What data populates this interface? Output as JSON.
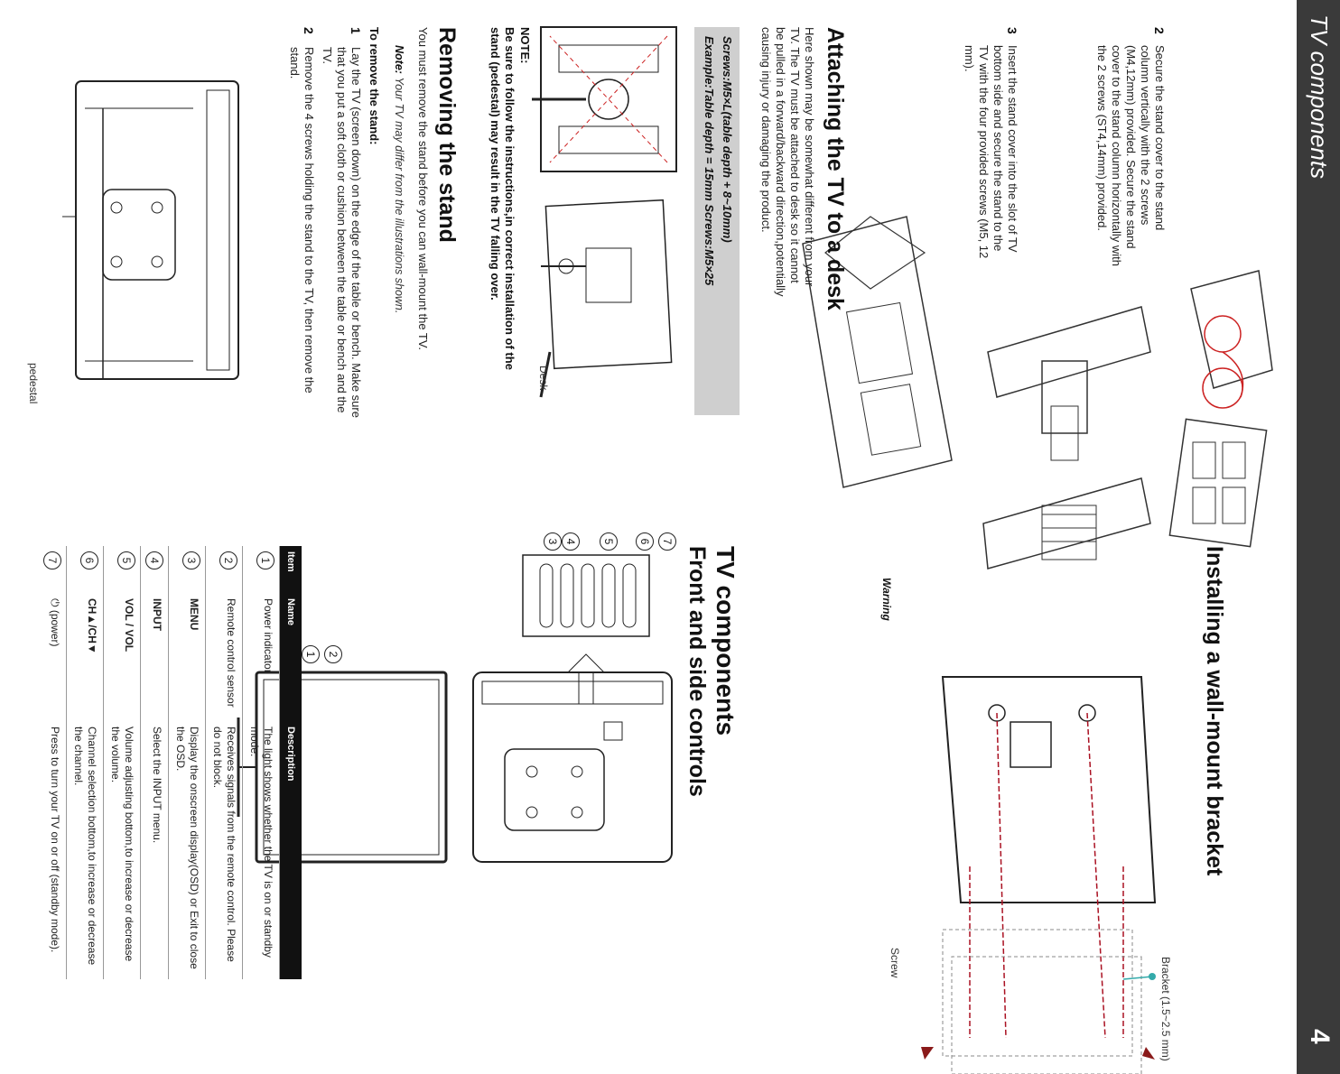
{
  "header": {
    "title": "TV components",
    "page_number": "4"
  },
  "stand_install": {
    "step2_num": "2",
    "step2_text": "Secure the stand cover to the stand column vertically with the 2 screws (M4,12mm) provided. Secure the stand  cover to the stand column horizontally with the 2 screws (ST4,14mm) provided.",
    "step3_num": "3",
    "step3_text": "Insert the stand cover into the slot of TV bottom side and secure the stand to the TV with the four provided screws (M5, 12 mm)."
  },
  "attach_desk": {
    "heading": "Attaching the TV to a desk",
    "text": "Here shown may be somewhat different from your TV. The TV must be attached to desk so it cannot be pulled in a forward/backward direction,potentially causing injury or damaging the product.",
    "box_line1": "Screws:M5×L(table depth + 8~10mm)",
    "box_line2": "Example:Table depth = 15mm  Screws:M5×25",
    "desk_label": "Desk",
    "note_label": "NOTE:",
    "note_text": "Be sure to follow the instructions,in correct installation of the stand (pedestal) may result in the TV falling over."
  },
  "remove_stand": {
    "heading": "Removing the stand",
    "text": "You must remove the stand before you can wall-mount the TV.",
    "note_bold": "Note:",
    "note_italic": "Your TV may differ from the illustrations shown.",
    "to_remove": "To remove the stand:",
    "step1_num": "1",
    "step1_text": "Lay the TV (screen down) on the edge of the table or bench. Make sure that you put a soft cloth or cushion between the table or bench and the TV.",
    "step2_num": "2",
    "step2_text": "Remove the 4 screws holding the stand to the TV, then remove the stand.",
    "pedestal_label": "pedestal"
  },
  "wall_mount": {
    "heading": "Installing a wall-mount bracket",
    "warning": "Warning",
    "bracket_label": "Bracket (1.5~2.5 mm)",
    "screw_label": "Screw"
  },
  "tv_components": {
    "heading": "TV components",
    "subheading": "Front and side controls",
    "callouts": [
      "1",
      "2",
      "3",
      "4",
      "5",
      "6",
      "7"
    ],
    "table": {
      "headers": [
        "Item",
        "Name",
        "Description"
      ],
      "rows": [
        {
          "item": "1",
          "name": "Power indicator",
          "desc": "The light shows whether the TV is on or standby mode."
        },
        {
          "item": "2",
          "name": "Remote control sensor",
          "desc": "Receives signals from the remote control. Please do not block."
        },
        {
          "item": "3",
          "name": "MENU",
          "desc": "Display the onscreen display(OSD) or Exit to close the OSD."
        },
        {
          "item": "4",
          "name": "INPUT",
          "desc": "Select the INPUT menu."
        },
        {
          "item": "5",
          "name": "VOL    / VOL",
          "desc": "Volume adjusting bottom,to increase or decrease the volume."
        },
        {
          "item": "6",
          "name": "CH▲/CH▼",
          "desc": "Channel selection bottom,to increase or decrease the channel."
        },
        {
          "item": "7",
          "name": "⏻ (power)",
          "desc": "Press to turn your TV on or off (standby mode)."
        }
      ]
    }
  }
}
